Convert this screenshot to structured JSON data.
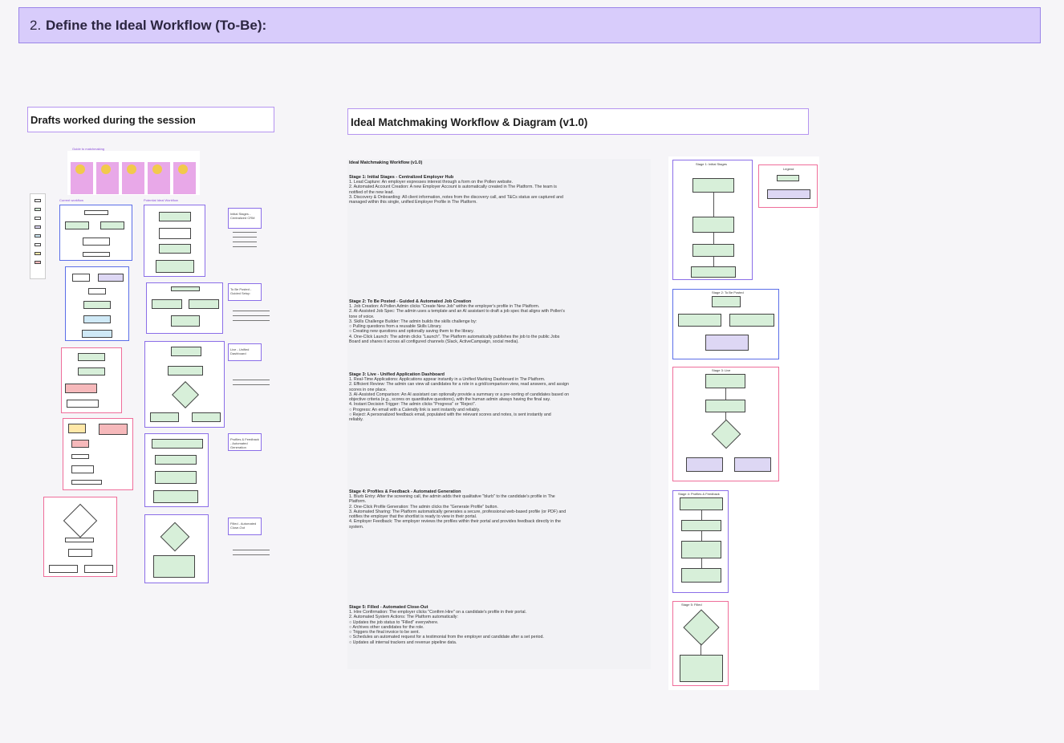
{
  "header": {
    "number": "2.",
    "title": "Define the Ideal Workflow (To-Be):"
  },
  "left_section": {
    "title": "Drafts worked during the session",
    "banner_title": "Guide to matchmaking",
    "current_label": "Current workflow",
    "potential_label": "Potential Ideal Workflow",
    "side_notes": [
      "Initial Stages - Centralized CRM",
      "To Be Posted - Guided Setup",
      "Live - Unified Dashboard",
      "Profiles & Feedback - Automated Generation",
      "Filled - Automated Close-Out"
    ]
  },
  "right_section": {
    "title": "Ideal Matchmaking Workflow & Diagram (v1.0)",
    "doc_title": "Ideal Matchmaking Workflow (v1.0)",
    "stages": [
      {
        "heading": "Stage 1: Initial Stages - Centralized Employer Hub",
        "lines": [
          "1. Lead Capture: An employer expresses interest through a form on the Pollen website.",
          "2. Automated Account Creation: A new Employer Account is automatically created in The Platform. The team is",
          "   notified of the new lead.",
          "3. Discovery & Onboarding: All client information, notes from the discovery call, and T&Cs status are captured and",
          "   managed within this single, unified Employer Profile in The Platform."
        ]
      },
      {
        "heading": "Stage 2: To Be Posted - Guided & Automated Job Creation",
        "lines": [
          "1. Job Creation: A Pollen Admin clicks \"Create New Job\" within the employer's profile in The Platform.",
          "2. AI-Assisted Job Spec: The admin uses a template and an AI assistant to draft a job spec that aligns with Pollen's",
          "   tone of voice.",
          "3. Skills Challenge Builder: The admin builds the skills challenge by:",
          "   ○ Pulling questions from a reusable Skills Library.",
          "   ○ Creating new questions and optionally saving them to the library.",
          "4. One-Click Launch: The admin clicks \"Launch\". The Platform automatically publishes the job to the public Jobs",
          "   Board and shares it across all configured channels (Slack, ActiveCampaign, social media)."
        ]
      },
      {
        "heading": "Stage 3: Live - Unified Application Dashboard",
        "lines": [
          "1. Real-Time Applications: Applications appear instantly in a Unified Marking Dashboard in The Platform.",
          "2. Efficient Review: The admin can view all candidates for a role in a grid/comparison view, read answers, and assign",
          "   scores in one place.",
          "3. AI-Assisted Comparison: An AI assistant can optionally provide a summary or a pre-sorting of candidates based on",
          "   objective criteria (e.g., scores on quantitative questions), with the human admin always having the final say.",
          "4. Instant Decision Trigger: The admin clicks \"Progress\" or \"Reject\".",
          "   ○ Progress: An email with a Calendly link is sent instantly and reliably.",
          "   ○ Reject: A personalized feedback email, populated with the relevant scores and notes, is sent instantly and",
          "     reliably."
        ]
      },
      {
        "heading": "Stage 4: Profiles & Feedback - Automated Generation",
        "lines": [
          "1. Blurb Entry: After the screening call, the admin adds their qualitative \"blurb\" to the candidate's profile in The",
          "   Platform.",
          "2. One-Click Profile Generation: The admin clicks the \"Generate Profile\" button.",
          "3. Automated Sharing: The Platform automatically generates a secure, professional web-based profile (or PDF) and",
          "   notifies the employer that the shortlist is ready to view in their portal.",
          "4. Employer Feedback: The employer reviews the profiles within their portal and provides feedback directly in the",
          "   system."
        ]
      },
      {
        "heading": "Stage 5: Filled - Automated Close-Out",
        "lines": [
          "1. Hire Confirmation: The employer clicks \"Confirm Hire\" on a candidate's profile in their portal.",
          "2. Automated System Actions: The Platform automatically:",
          "   ○ Updates the job status to \"Filled\" everywhere.",
          "   ○ Archives other candidates for the role.",
          "   ○ Triggers the final invoice to be sent.",
          "   ○ Schedules an automated request for a testimonial from the employer and candidate after a set period.",
          "   ○ Updates all internal trackers and revenue pipeline data."
        ]
      }
    ],
    "legend_title": "Legend",
    "diagram_stages": [
      "Stage 1: Initial Stages",
      "Stage 2: To Be Posted",
      "Stage 3: Live",
      "Stage 4: Profiles & Feedback",
      "Stage 5: Filled"
    ]
  },
  "colors": {
    "header_bg": "#d8ccfb",
    "frame_border": "#b594f0",
    "node_green": "#d7efd9",
    "node_purple": "#ddd7f4",
    "node_red": "#f6b9bb"
  }
}
